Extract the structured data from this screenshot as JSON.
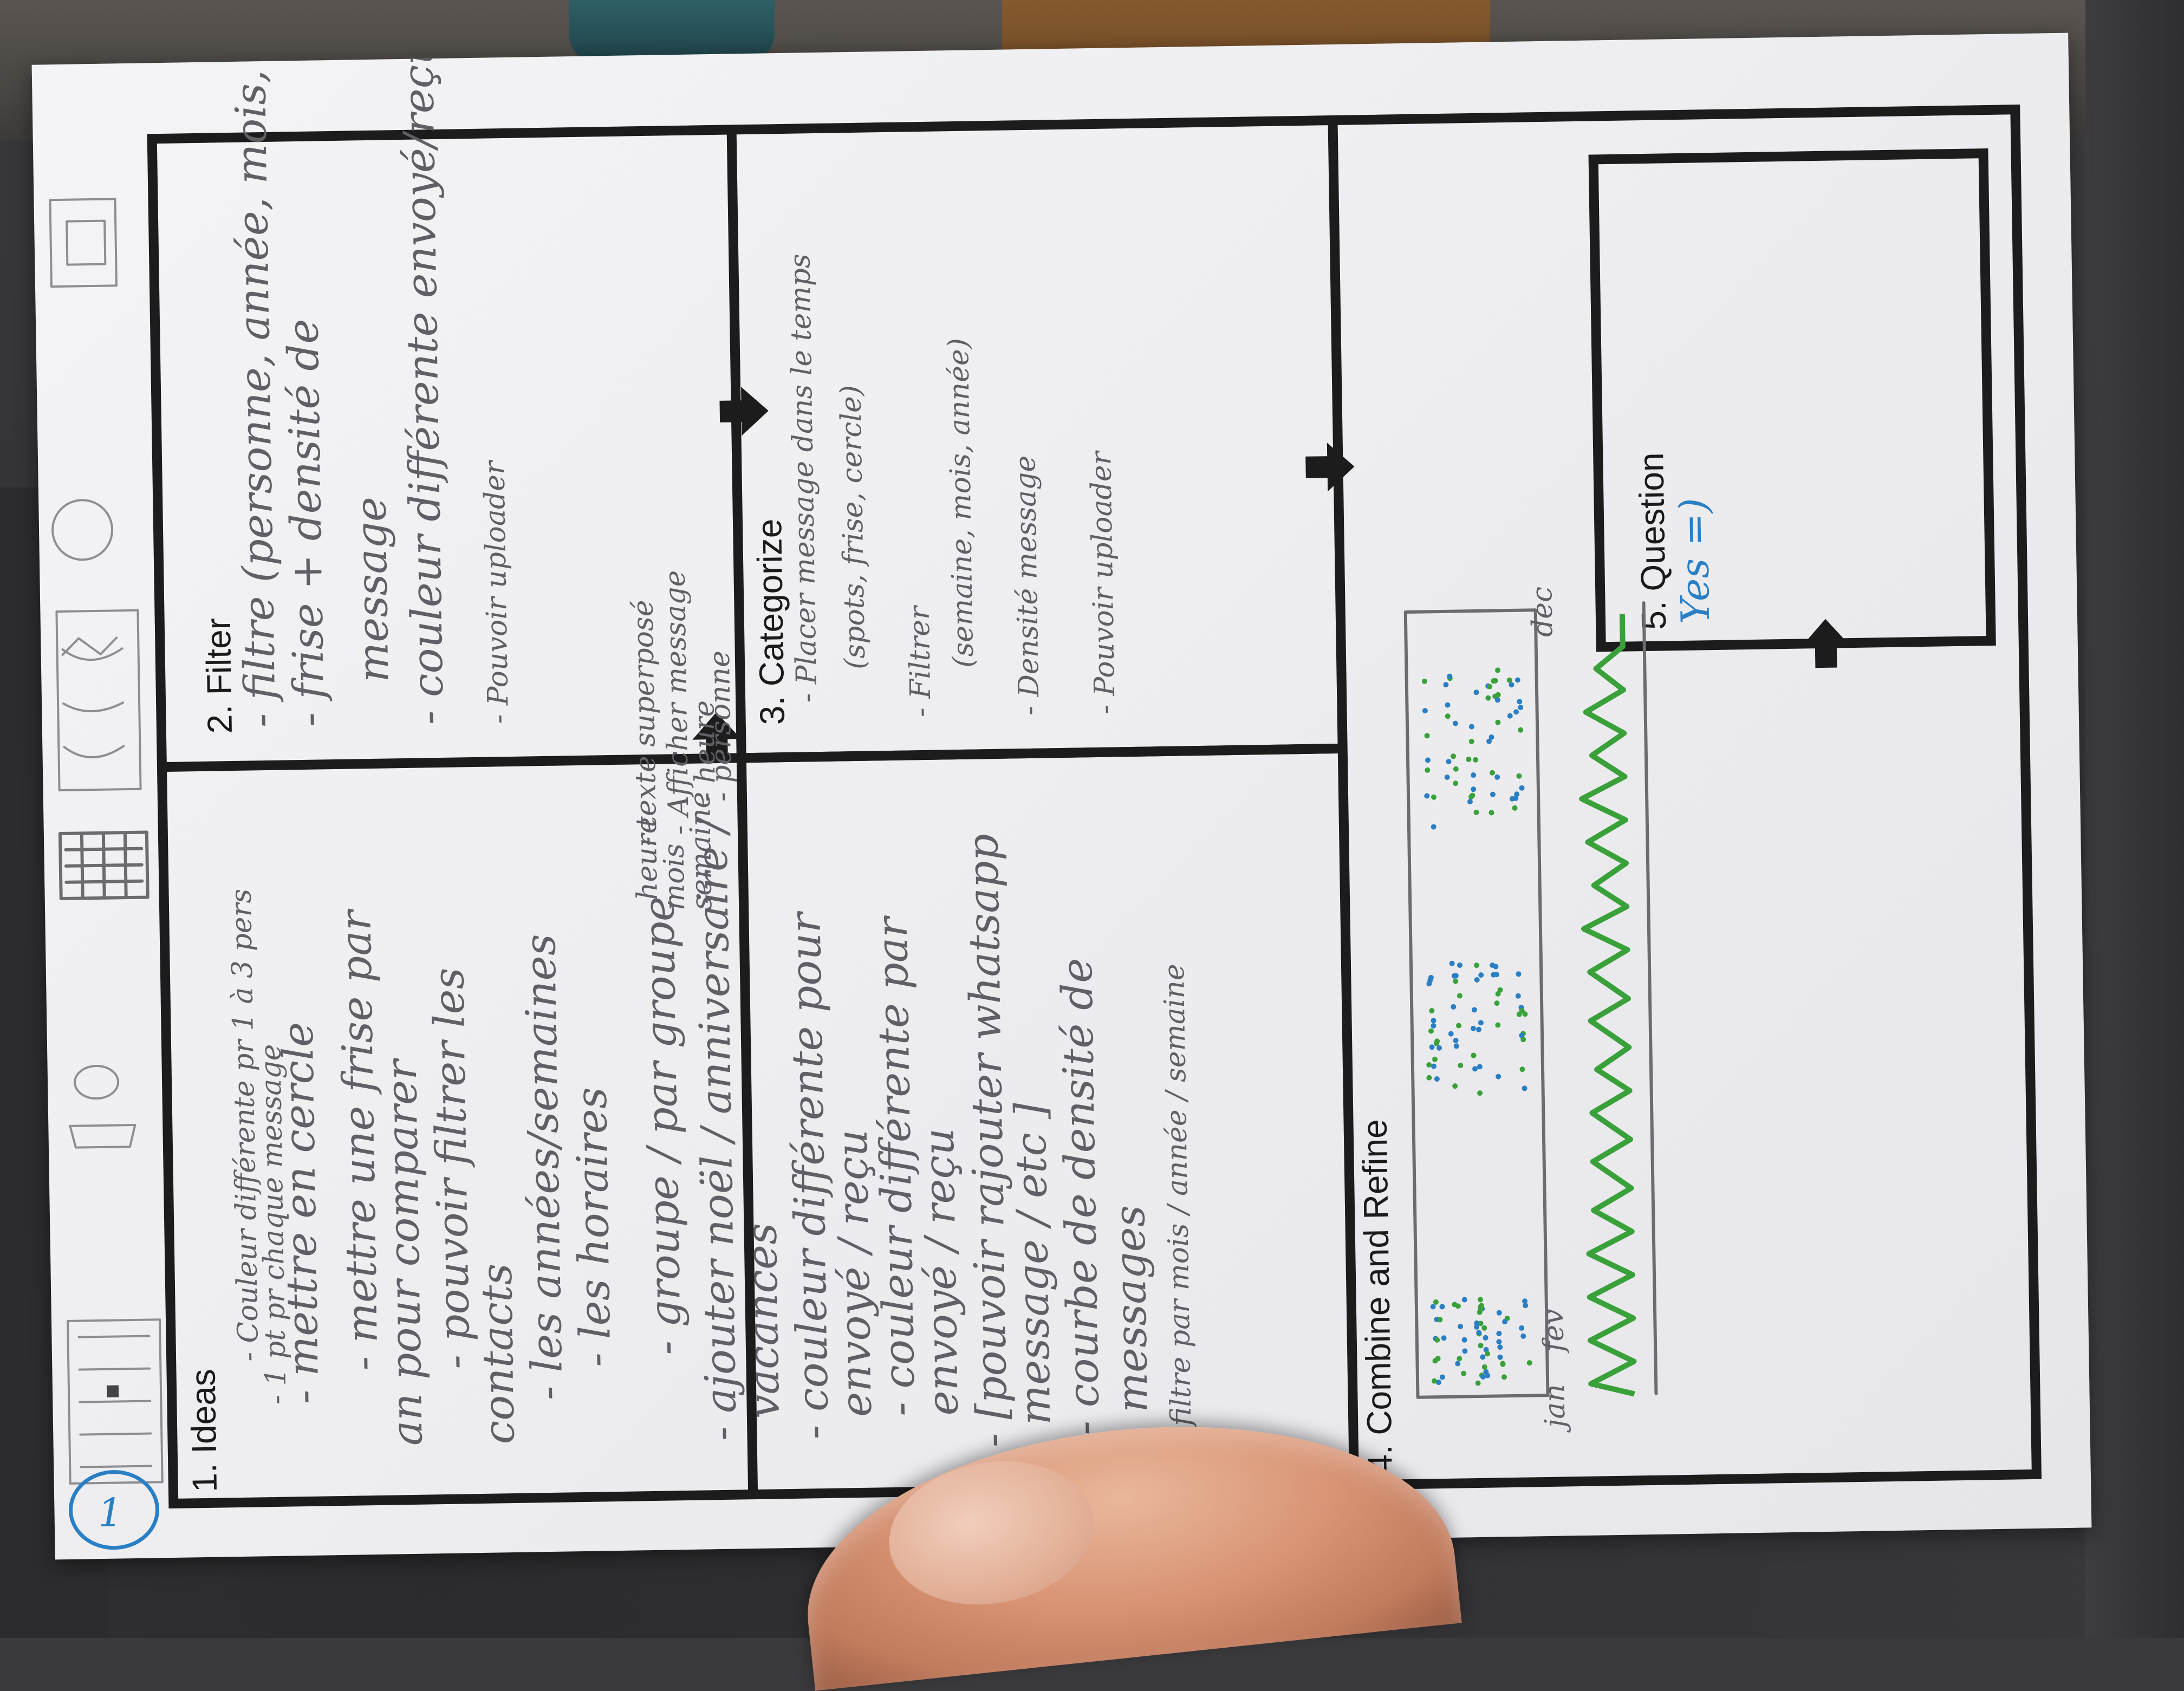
{
  "sheet": {
    "page_number": "1",
    "sections": {
      "ideas": "1. Ideas",
      "filter": "2. Filter",
      "categorize": "3. Categorize",
      "combine": "4. Combine and Refine",
      "question": "5. Question"
    }
  },
  "ideas_notes": [
    "- Couleur différente pr 1 à 3 pers",
    "- 1 pt pr chaque message",
    "- mettre en cercle",
    "- mettre une frise par",
    "an pour comparer",
    "- pouvoir filtrer les",
    "contacts",
    "- les années/semaines",
    "- les horaires",
    "- groupe / par groupe",
    "- ajouter noël / anniversaire /",
    "vacances",
    "- couleur différente pour",
    "envoyé / reçu",
    "- couleur différente par",
    "envoyé / reçu",
    "- [pouvoir rajouter whatsapp",
    "message / etc ]",
    "- courbe de densité de",
    "messages",
    "- filtre par mois / année / semaine"
  ],
  "ideas_side_notes": [
    "heure",
    "mois",
    "semaine",
    "- texte superposé",
    "- Afficher message",
    "- heure",
    "- personne"
  ],
  "filter_notes": [
    "- filtre (personne, année, mois, semaine)",
    "- frise + densité de",
    "message",
    "- couleur différente envoyé/reçu",
    "- Pouvoir uploader"
  ],
  "categorize_notes": [
    "- Placer message dans le temps",
    "(spots, frise, cercle)",
    "- Filtrer",
    "(semaine, mois, année)",
    "- Densité message",
    "- Pouvoir uploader"
  ],
  "combine_notes": {
    "x_start": "jan",
    "x_second": "fev",
    "x_end": "dec"
  },
  "question_notes": {
    "answer": "Yes =)"
  },
  "colors": {
    "paper": "#f1f1f4",
    "ink": "#1c1c1c",
    "pencil": "#6b6b70",
    "green": "#3aa13a",
    "blue": "#2a7fc4"
  }
}
